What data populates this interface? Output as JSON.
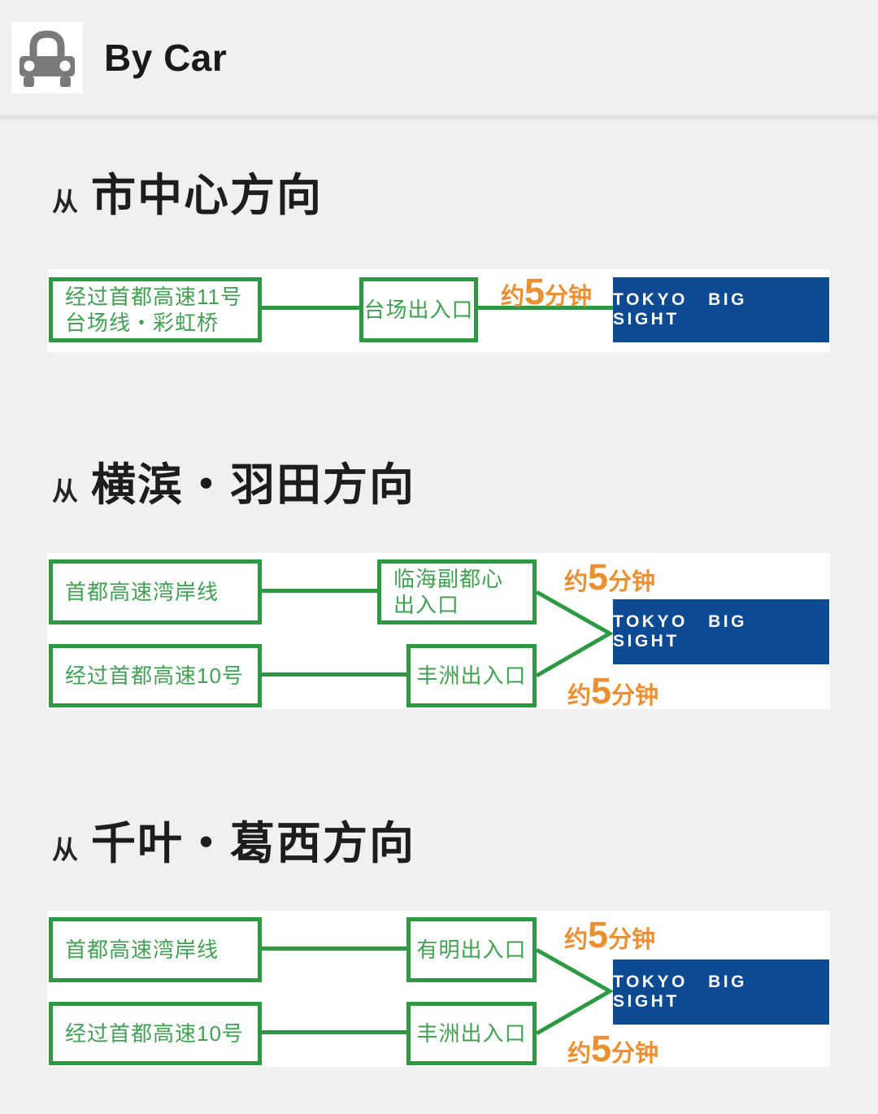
{
  "colors": {
    "green": "#2d9a43",
    "green_text": "#41a152",
    "blue": "#0d4a94",
    "orange": "#ec8f31",
    "page_bg": "#f0f0f0"
  },
  "header": {
    "title": "By Car",
    "icon": "car-icon"
  },
  "sections": [
    {
      "prefix": "从",
      "title": "市中心方向",
      "destination": "TOKYO BIG SIGHT",
      "rows": [
        {
          "start_line1": "经过首都高速11号",
          "start_line2": "台场线・彩虹桥",
          "exit": "台场出入口",
          "duration_pre": "约",
          "duration_num": "5",
          "duration_post": "分钟"
        }
      ]
    },
    {
      "prefix": "从",
      "title": "横滨・羽田方向",
      "destination": "TOKYO BIG SIGHT",
      "rows": [
        {
          "start": "首都高速湾岸线",
          "exit_line1": "临海副都心",
          "exit_line2": "出入口",
          "duration_pre": "约",
          "duration_num": "5",
          "duration_post": "分钟"
        },
        {
          "start": "经过首都高速10号",
          "exit": "丰洲出入口",
          "duration_pre": "约",
          "duration_num": "5",
          "duration_post": "分钟"
        }
      ]
    },
    {
      "prefix": "从",
      "title": "千叶・葛西方向",
      "destination": "TOKYO BIG SIGHT",
      "rows": [
        {
          "start": "首都高速湾岸线",
          "exit": "有明出入口",
          "duration_pre": "约",
          "duration_num": "5",
          "duration_post": "分钟"
        },
        {
          "start": "经过首都高速10号",
          "exit": "丰洲出入口",
          "duration_pre": "约",
          "duration_num": "5",
          "duration_post": "分钟"
        }
      ]
    }
  ]
}
